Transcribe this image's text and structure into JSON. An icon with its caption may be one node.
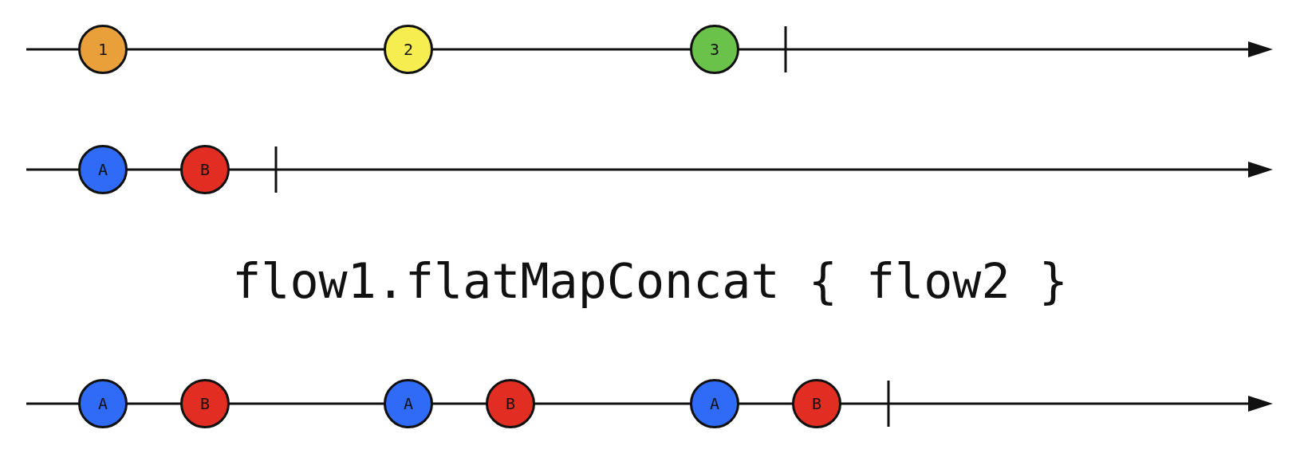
{
  "diagram": {
    "nodes": [
      {
        "text": [
          "1"
        ]
      },
      {
        "text": [
          "2"
        ]
      },
      {
        "text": [
          "3"
        ]
      },
      {
        "text": [
          "A"
        ]
      },
      {
        "text": [
          "B"
        ]
      },
      {
        "text": [
          "A"
        ]
      },
      {
        "text": [
          "B"
        ]
      },
      {
        "text": [
          "A"
        ]
      },
      {
        "text": [
          "B"
        ]
      },
      {
        "text": [
          "A"
        ]
      },
      {
        "text": [
          "B"
        ]
      }
    ],
    "labels": [
      "flow1.flatMapConcat { flow2 }"
    ]
  }
}
